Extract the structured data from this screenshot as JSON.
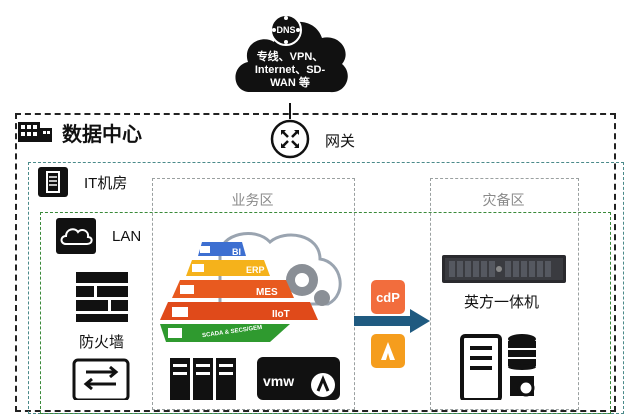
{
  "cloud": {
    "icon_label": "DNS",
    "text_line1": "专线、VPN、",
    "text_line2": "Internet、SD-",
    "text_line3": "WAN 等"
  },
  "datacenter": {
    "title": "数据中心"
  },
  "gateway": {
    "label": "网关"
  },
  "it_room": {
    "label": "IT机房"
  },
  "lan": {
    "label": "LAN"
  },
  "zones": {
    "business": "业务区",
    "disaster": "灾备区"
  },
  "firewall": {
    "label": "防火墙"
  },
  "pyramid": {
    "bi": "BI",
    "erp": "ERP",
    "mes": "MES",
    "iiot": "IIoT",
    "scada": "SCADA & SECS/GEM"
  },
  "tiles": {
    "cdp": "cdP",
    "a": "A"
  },
  "server": {
    "label": "英方一体机"
  },
  "vmware": {
    "label": "vmw"
  },
  "colors": {
    "cloud": "#111111",
    "arrow": "#1f5a80",
    "cdp_tile": "#f26d3d",
    "a_tile": "#f59d1d",
    "bi": "#3d6fd1",
    "erp": "#f5b21b",
    "mes": "#e85a1f",
    "iiot": "#e04a1a",
    "scada": "#2f9a2f"
  }
}
